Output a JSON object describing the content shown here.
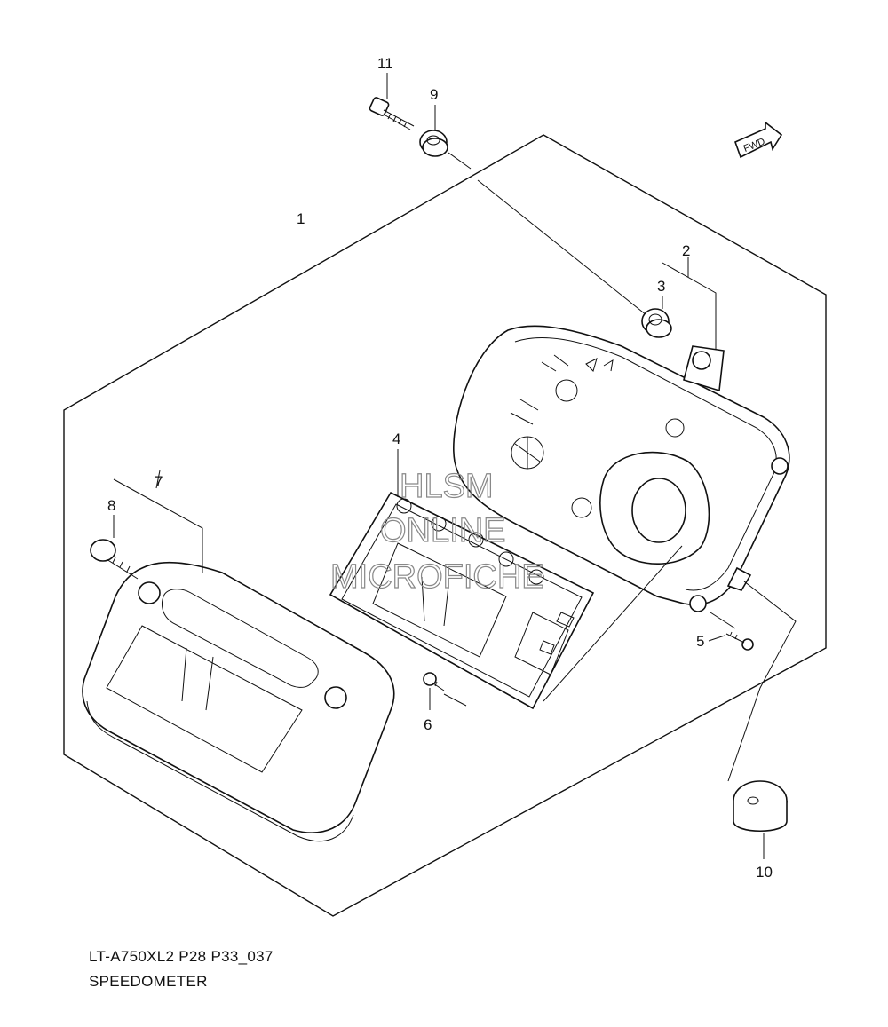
{
  "diagram": {
    "callouts": [
      {
        "id": "11",
        "label": "11"
      },
      {
        "id": "9",
        "label": "9"
      },
      {
        "id": "1",
        "label": "1"
      },
      {
        "id": "2",
        "label": "2"
      },
      {
        "id": "3",
        "label": "3"
      },
      {
        "id": "4",
        "label": "4"
      },
      {
        "id": "7",
        "label": "7"
      },
      {
        "id": "8",
        "label": "8"
      },
      {
        "id": "5",
        "label": "5"
      },
      {
        "id": "6",
        "label": "6"
      },
      {
        "id": "10",
        "label": "10"
      }
    ],
    "fwd_label": "FWD",
    "watermark": {
      "line1": "HLSM",
      "line2": "ONLINE",
      "line3": "MICROFICHE"
    }
  },
  "footer": {
    "ref_code": "LT-A750XL2 P28 P33_037",
    "title": "SPEEDOMETER"
  }
}
